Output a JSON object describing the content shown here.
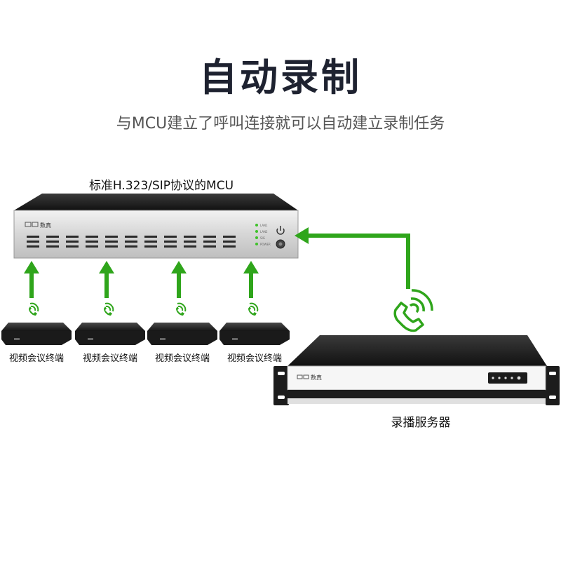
{
  "header": {
    "title": "自动录制",
    "subtitle": "与MCU建立了呼叫连接就可以自动建立录制任务"
  },
  "mcu": {
    "label": "标准H.323/SIP协议的MCU",
    "brand": "数真",
    "leds": [
      "LAN1",
      "LAN2",
      "SIG",
      "POWER"
    ]
  },
  "terminals": [
    {
      "label": "视频会议终端"
    },
    {
      "label": "视频会议终端"
    },
    {
      "label": "视频会议终端"
    },
    {
      "label": "视频会议终端"
    }
  ],
  "recorder": {
    "label": "录播服务器",
    "brand": "数真"
  },
  "colors": {
    "arrow": "#2fa51b",
    "title": "#1e2230",
    "device_dark": "#1c1c1c",
    "panel_silver": "#d8d8d8"
  },
  "icons": [
    "phone-call-icon",
    "power-icon",
    "brand-logo-icon"
  ]
}
